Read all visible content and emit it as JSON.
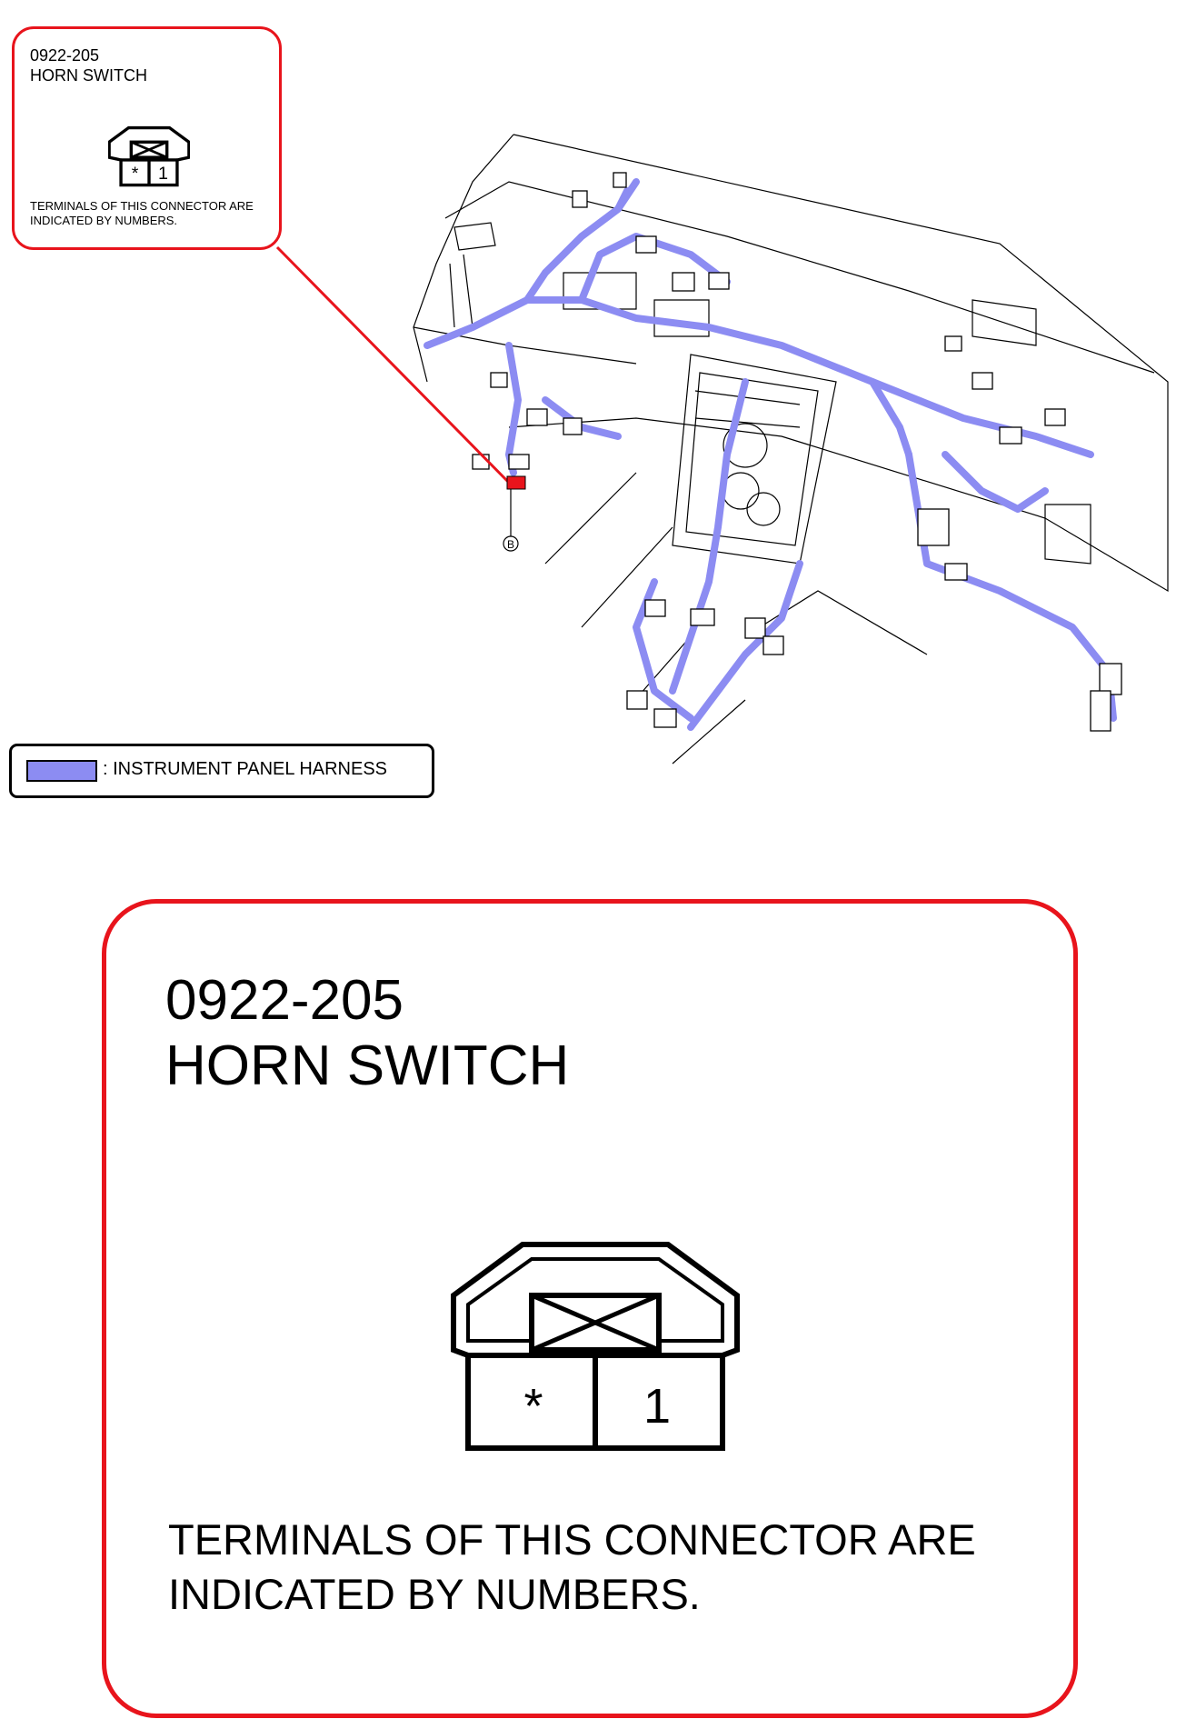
{
  "callout": {
    "code": "0922-205",
    "name": "HORN SWITCH",
    "note_line1": "TERMINALS OF THIS CONNECTOR ARE",
    "note_line2": "INDICATED BY NUMBERS.",
    "terminals": [
      "*",
      "1"
    ]
  },
  "diagram": {
    "connector_marker": "B",
    "harness_color": "#8c8cf2",
    "callout_color": "#e8141c"
  },
  "legend": {
    "label": ": INSTRUMENT PANEL HARNESS"
  }
}
